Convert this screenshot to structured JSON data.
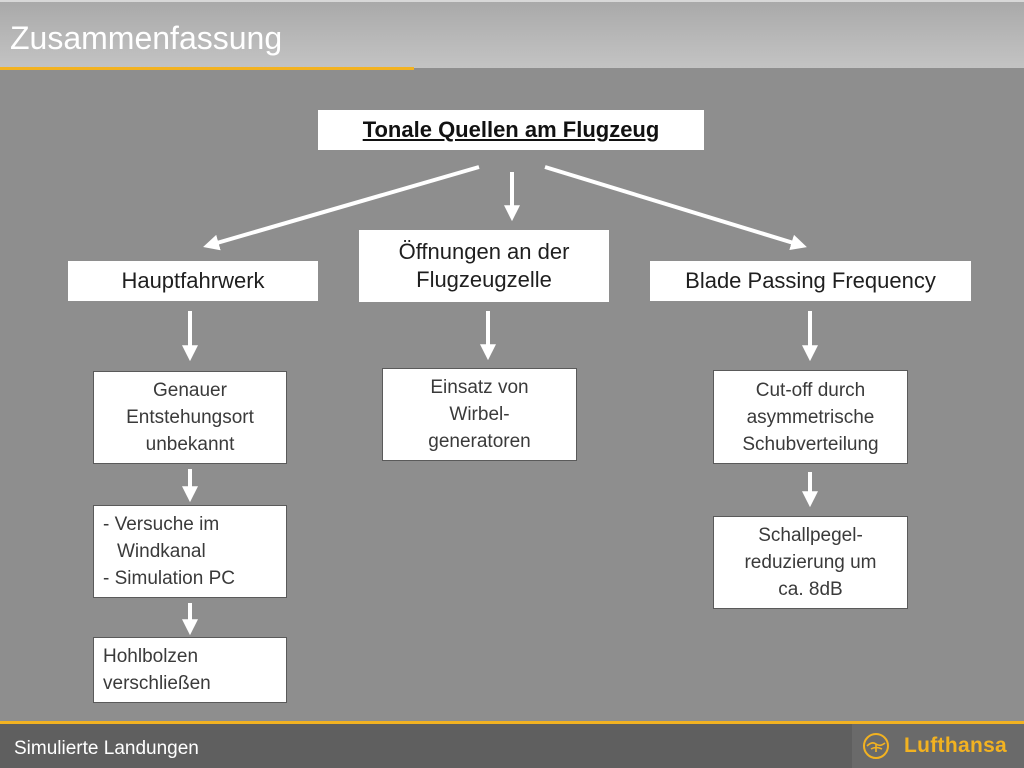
{
  "slide": {
    "title": "Zusammenfassung",
    "footer_text": "Simulierte Landungen",
    "logo_text": "Lufthansa",
    "colors": {
      "accent": "#f2b221",
      "background": "#8e8e8e",
      "box": "#ffffff"
    }
  },
  "diagram": {
    "root": {
      "label": "Tonale Quellen am Flugzeug"
    },
    "branches": [
      {
        "label": "Hauptfahrwerk",
        "children": [
          {
            "lines": [
              "Genauer",
              "Entstehungsort",
              "unbekannt"
            ]
          },
          {
            "lines": [
              "- Versuche im",
              "Windkanal",
              "- Simulation PC"
            ]
          },
          {
            "lines": [
              "Hohlbolzen",
              "verschließen"
            ]
          }
        ]
      },
      {
        "label_lines": [
          "Öffnungen an der",
          "Flugzeugzelle"
        ],
        "children": [
          {
            "lines": [
              "Einsatz von",
              "Wirbel-",
              "generatoren"
            ]
          }
        ]
      },
      {
        "label": "Blade Passing Frequency",
        "children": [
          {
            "lines": [
              "Cut-off durch",
              "asymmetrische",
              "Schubverteilung"
            ]
          },
          {
            "lines": [
              "Schallpegel-",
              "reduzierung um",
              "ca. 8dB"
            ]
          }
        ]
      }
    ]
  }
}
